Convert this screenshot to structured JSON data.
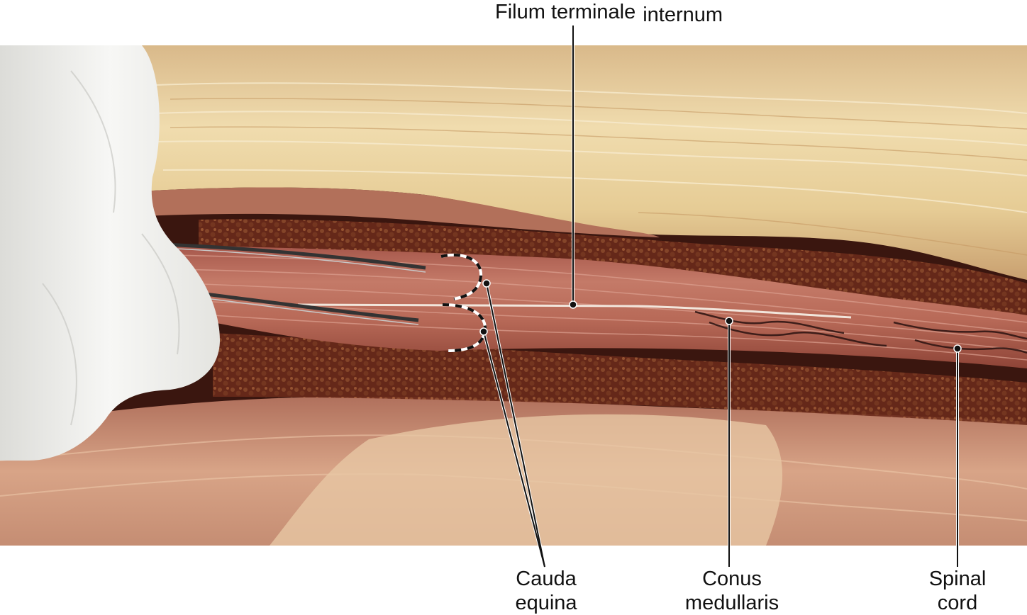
{
  "figure": {
    "subject": "dissection",
    "labels": {
      "filum_main": "Filum terminale",
      "filum_sub": "internum",
      "cauda_line1": "Cauda",
      "cauda_line2": "equina",
      "conus_line1": "Conus",
      "conus_line2": "medullaris",
      "spinal_line1": "Spinal",
      "spinal_line2": "cord"
    },
    "colors": {
      "background": "#ffffff",
      "ligament": "#e8cf9a",
      "nerve_roots": "#b86a5a",
      "dark_cavity": "#3a160f",
      "glove": "#f2f2f0",
      "leader_line": "#111111"
    }
  }
}
